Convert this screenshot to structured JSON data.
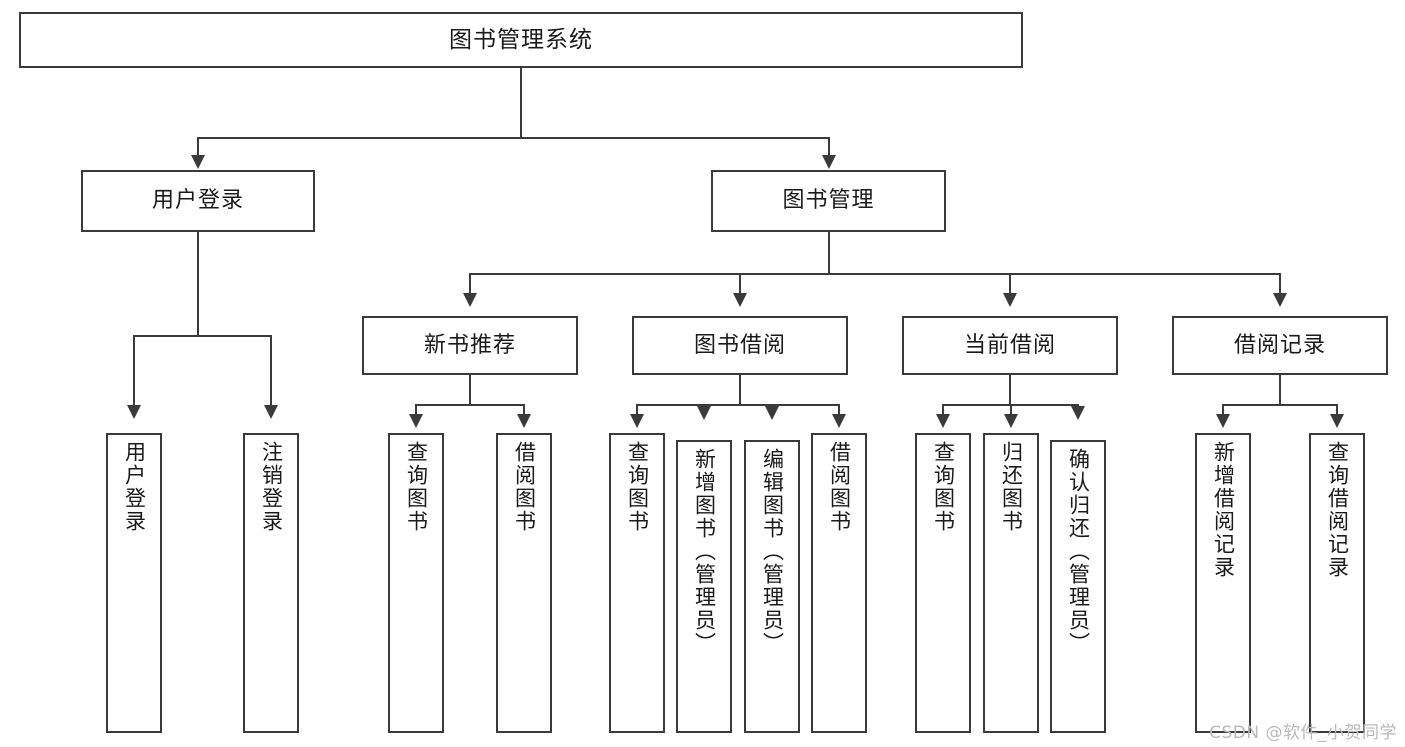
{
  "diagram": {
    "title": "图书管理系统",
    "type": "functional-structure-tree",
    "root": {
      "label": "图书管理系统"
    },
    "level2": [
      {
        "label": "用户登录"
      },
      {
        "label": "图书管理"
      }
    ],
    "level3": [
      {
        "label": "新书推荐"
      },
      {
        "label": "图书借阅"
      },
      {
        "label": "当前借阅"
      },
      {
        "label": "借阅记录"
      }
    ],
    "leaves": {
      "user_login": [
        {
          "label": "用户登录"
        },
        {
          "label": "注销登录"
        }
      ],
      "new_book_recommend": [
        {
          "label": "查询图书"
        },
        {
          "label": "借阅图书"
        }
      ],
      "book_borrow": [
        {
          "label": "查询图书"
        },
        {
          "label": "新增图书（管理员）"
        },
        {
          "label": "编辑图书（管理员）"
        },
        {
          "label": "借阅图书"
        }
      ],
      "current_borrow": [
        {
          "label": "查询图书"
        },
        {
          "label": "归还图书"
        },
        {
          "label": "确认归还（管理员）"
        }
      ],
      "borrow_record": [
        {
          "label": "新增借阅记录"
        },
        {
          "label": "查询借阅记录"
        }
      ]
    }
  },
  "watermark": {
    "text": "CSDN @软件_小贺同学"
  },
  "colors": {
    "stroke": "#3a3a3a",
    "background": "#ffffff",
    "text": "#1a1a1a",
    "watermark": "#b9b9b9"
  }
}
